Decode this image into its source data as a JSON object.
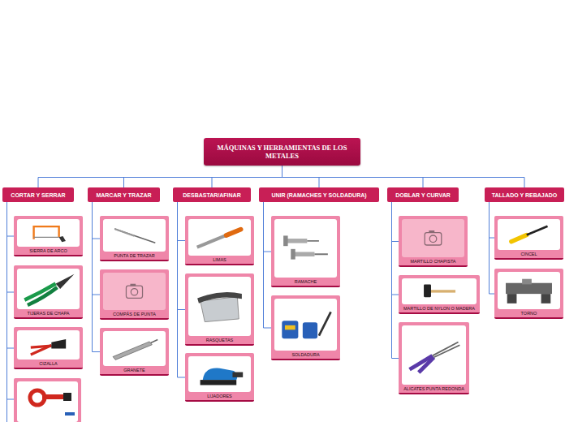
{
  "diagram": {
    "nodes": [
      {
        "text": [
          "MÁQUINAS Y HERRAMIENTAS DE LOS METALES"
        ]
      },
      {
        "text": [
          "CORTAR Y SERRAR"
        ]
      },
      {
        "text": [
          "SIERRA DE ARCO"
        ]
      },
      {
        "text": [
          "TIJERAS DE CHAPA"
        ]
      },
      {
        "text": [
          "CIZALLA"
        ]
      },
      {
        "text": [
          "MARCAR Y TRAZAR"
        ]
      },
      {
        "text": [
          "PUNTA DE TRAZAR"
        ]
      },
      {
        "text": [
          "COMPÁS DE PUNTA"
        ]
      },
      {
        "text": [
          "GRANETE"
        ]
      },
      {
        "text": [
          "DESBASTAR/AFINAR"
        ]
      },
      {
        "text": [
          "LIMAS"
        ]
      },
      {
        "text": [
          "RASQUETAS"
        ]
      },
      {
        "text": [
          "LIJADORES"
        ]
      },
      {
        "text": [
          "UNIR (RAMACHES Y SOLDADURA)"
        ]
      },
      {
        "text": [
          "RAMACHE"
        ]
      },
      {
        "text": [
          "SOLDADURA"
        ]
      },
      {
        "text": [
          "DOBLAR Y CURVAR"
        ]
      },
      {
        "text": [
          "MARTILLO CHAPISTA"
        ]
      },
      {
        "text": [
          "MARTILLO DE NYLON O MADERA"
        ]
      },
      {
        "text": [
          "ALICATES PUNTA REDONDA"
        ]
      },
      {
        "text": [
          "TALLADO Y REBAJADO"
        ]
      },
      {
        "text": [
          "CINCEL"
        ]
      },
      {
        "text": [
          "TORNO"
        ]
      }
    ],
    "edges": [
      {
        "from": 0,
        "to": 1,
        "arrow": "none"
      },
      {
        "from": 0,
        "to": 5,
        "arrow": "none"
      },
      {
        "from": 0,
        "to": 9,
        "arrow": "none"
      },
      {
        "from": 0,
        "to": 13,
        "arrow": "none"
      },
      {
        "from": 0,
        "to": 16,
        "arrow": "none"
      },
      {
        "from": 0,
        "to": 20,
        "arrow": "none"
      },
      {
        "from": 1,
        "to": 2,
        "arrow": "none"
      },
      {
        "from": 1,
        "to": 3,
        "arrow": "none"
      },
      {
        "from": 1,
        "to": 4,
        "arrow": "none"
      },
      {
        "from": 5,
        "to": 6,
        "arrow": "none"
      },
      {
        "from": 5,
        "to": 7,
        "arrow": "none"
      },
      {
        "from": 5,
        "to": 8,
        "arrow": "none"
      },
      {
        "from": 9,
        "to": 10,
        "arrow": "none"
      },
      {
        "from": 9,
        "to": 11,
        "arrow": "none"
      },
      {
        "from": 9,
        "to": 12,
        "arrow": "none"
      },
      {
        "from": 13,
        "to": 14,
        "arrow": "none"
      },
      {
        "from": 13,
        "to": 15,
        "arrow": "none"
      },
      {
        "from": 16,
        "to": 17,
        "arrow": "none"
      },
      {
        "from": 16,
        "to": 18,
        "arrow": "none"
      },
      {
        "from": 16,
        "to": 19,
        "arrow": "none"
      },
      {
        "from": 20,
        "to": 21,
        "arrow": "none"
      },
      {
        "from": 20,
        "to": 22,
        "arrow": "none"
      }
    ]
  }
}
